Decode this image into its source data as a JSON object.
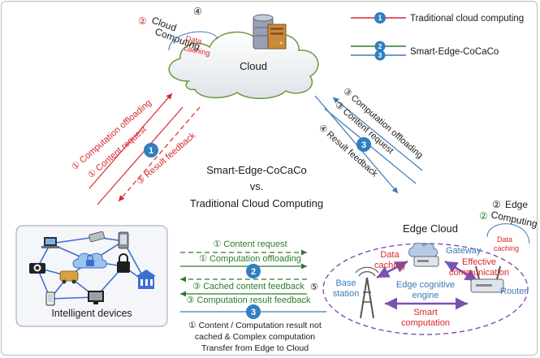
{
  "legend": {
    "traditional": {
      "badge": "1",
      "label": "Traditional cloud computing"
    },
    "smart": {
      "badges": [
        "2",
        "3"
      ],
      "label": "Smart-Edge-CoCaCo"
    }
  },
  "cloud": {
    "title": "Cloud",
    "computing_label": "Cloud Computing",
    "computing_label_parts": [
      "Cloud",
      "Computing"
    ],
    "computing_marker": "②",
    "caching_marker": "④",
    "data_caching_label": "Data caching",
    "data_caching_parts": [
      "Data",
      "caching"
    ]
  },
  "traditional_path": {
    "badge": "1",
    "up_labels": [
      "① Computation offloading",
      "① Content request"
    ],
    "down_label": "③ Result feedback"
  },
  "smart_path": {
    "badge": "3",
    "up_labels": [
      "③ Computation offloading",
      "③ Content request"
    ],
    "down_label": "④ Result feedback"
  },
  "center_title": {
    "line1": "Smart-Edge-CoCaCo",
    "line2": "vs.",
    "line3": "Traditional Cloud Computing"
  },
  "devices": {
    "label": "Intelligent devices"
  },
  "edge_links": {
    "badge_mid": "2",
    "badge_low": "3",
    "content_request": "① Content request",
    "computation_offloading": "① Computation offloading",
    "cached_feedback": "③ Cached content feedback",
    "cached_feedback_marker": "⑤",
    "computation_result_feedback": "③ Computation result feedback",
    "transfer_note_lines": [
      "① Content / Computation result not",
      "cached & Complex computation",
      "Transfer from Edge to Cloud"
    ]
  },
  "edge_cloud": {
    "title": "Edge Cloud",
    "edge_computing_marker": "②",
    "edge_computing_parts": [
      "Edge",
      "Computing"
    ],
    "edge_computing_label": "② Edge Computing",
    "edge_data_caching_parts": [
      "Data",
      "caching"
    ],
    "edge_data_caching_label": "Data caching",
    "data_caching_parts": [
      "Data",
      "caching"
    ],
    "gateway": "Gateway",
    "effective_communication_parts": [
      "Effective",
      "communication"
    ],
    "base_station_parts": [
      "Base",
      "station"
    ],
    "edge_cognitive_engine_parts": [
      "Edge cognitive",
      "engine"
    ],
    "router": "Router",
    "smart_computation_parts": [
      "Smart",
      "computation"
    ]
  },
  "colors": {
    "red": "#d9262b",
    "green": "#2d7a2d",
    "blue": "#3b78b8",
    "purple": "#7a52b0",
    "badge": "#2f7fc1"
  },
  "icons": [
    "server-icon",
    "laptop-icon",
    "camera-icon",
    "phone-icon",
    "lock-icon",
    "cloud-icon",
    "monitor-icon",
    "building-icon",
    "base-station-icon",
    "gateway-icon",
    "router-icon"
  ]
}
